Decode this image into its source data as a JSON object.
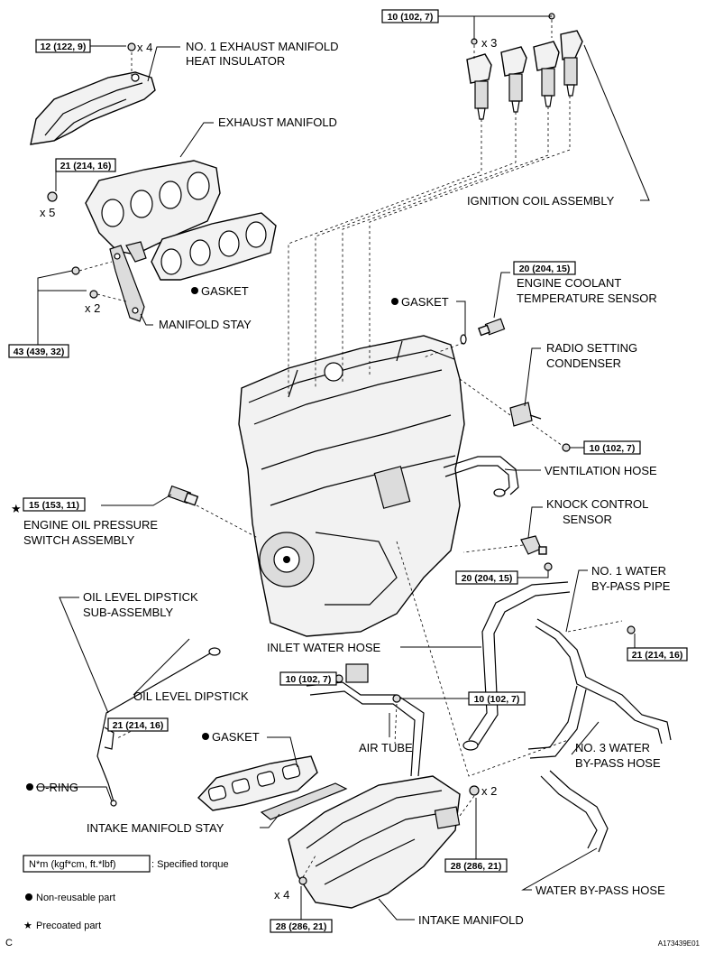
{
  "labels": {
    "heat_insulator_1": "NO. 1 EXHAUST MANIFOLD",
    "heat_insulator_2": "HEAT INSULATOR",
    "exhaust_manifold": "EXHAUST MANIFOLD",
    "ignition_coil": "IGNITION COIL ASSEMBLY",
    "gasket_exhaust": "GASKET",
    "manifold_stay": "MANIFOLD STAY",
    "gasket_ect": "GASKET",
    "ect_sensor_1": "ENGINE COOLANT",
    "ect_sensor_2": "TEMPERATURE SENSOR",
    "radio_condenser_1": "RADIO SETTING",
    "radio_condenser_2": "CONDENSER",
    "ventilation_hose": "VENTILATION HOSE",
    "oil_pressure_1": "ENGINE OIL PRESSURE",
    "oil_pressure_2": "SWITCH ASSEMBLY",
    "knock_sensor_1": "KNOCK CONTROL",
    "knock_sensor_2": "SENSOR",
    "water_pipe_1": "NO. 1 WATER",
    "water_pipe_2": "BY-PASS PIPE",
    "dipstick_sub_1": "OIL LEVEL DIPSTICK",
    "dipstick_sub_2": "SUB-ASSEMBLY",
    "inlet_water_hose": "INLET WATER HOSE",
    "oil_dipstick": "OIL LEVEL DIPSTICK",
    "gasket_intake": "GASKET",
    "air_tube": "AIR TUBE",
    "water_hose_3_1": "NO. 3 WATER",
    "water_hose_3_2": "BY-PASS HOSE",
    "o_ring": "O-RING",
    "intake_stay": "INTAKE MANIFOLD STAY",
    "water_bypass_hose": "WATER BY-PASS HOSE",
    "intake_manifold": "INTAKE MANIFOLD"
  },
  "torques": {
    "t1": "12 (122, 9)",
    "t2": "10 (102, 7)",
    "t3": "21 (214, 16)",
    "t4": "43 (439, 32)",
    "t5": "20 (204, 15)",
    "t6": "10 (102, 7)",
    "t7": "15 (153, 11)",
    "t8": "20 (204, 15)",
    "t9": "21 (214, 16)",
    "t10": "10 (102, 7)",
    "t11": "10 (102, 7)",
    "t12": "21 (214, 16)",
    "t13": "28 (286, 21)",
    "t14": "28 (286, 21)"
  },
  "quantities": {
    "q1": "x 4",
    "q2": "x 3",
    "q3": "x 5",
    "q4": "x 2",
    "q5": "x 2",
    "q6": "x 4"
  },
  "legend": {
    "torque_box": "N*m (kgf*cm, ft.*lbf)",
    "torque_desc": ": Specified torque",
    "non_reusable": "Non-reusable part",
    "precoated": "Precoated part"
  },
  "corner": {
    "left": "C",
    "right": "A173439E01"
  }
}
